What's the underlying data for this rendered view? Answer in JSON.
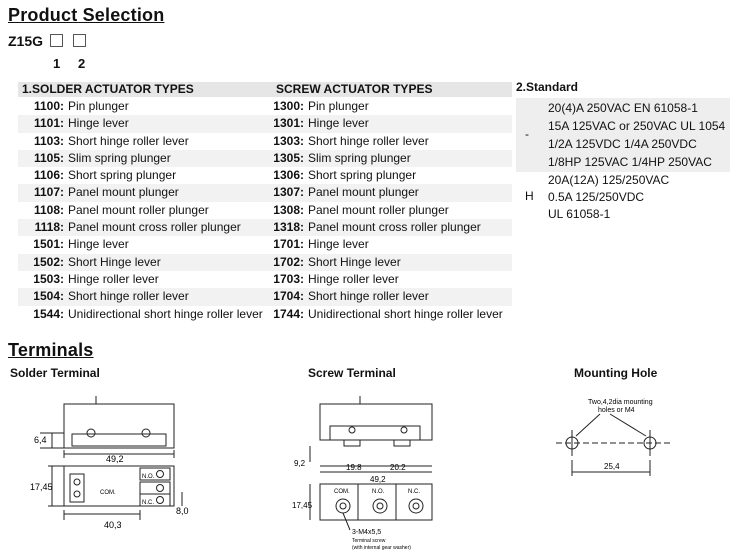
{
  "title": "Product Selection",
  "model": "Z15G",
  "model_digits": [
    "1",
    "2"
  ],
  "solder": {
    "header": "1.SOLDER ACTUATOR TYPES",
    "items": [
      {
        "code": "1100:",
        "desc": "Pin plunger"
      },
      {
        "code": "1101:",
        "desc": "Hinge lever"
      },
      {
        "code": "1103:",
        "desc": "Short hinge roller lever"
      },
      {
        "code": "1105:",
        "desc": "Slim spring plunger"
      },
      {
        "code": "1106:",
        "desc": "Short spring plunger"
      },
      {
        "code": "1107:",
        "desc": "Panel mount plunger"
      },
      {
        "code": "1108:",
        "desc": "Panel mount roller plunger"
      },
      {
        "code": "1118:",
        "desc": "Panel mount cross roller plunger"
      },
      {
        "code": "1501:",
        "desc": "Hinge lever"
      },
      {
        "code": "1502:",
        "desc": "Short Hinge lever"
      },
      {
        "code": "1503:",
        "desc": "Hinge roller lever"
      },
      {
        "code": "1504:",
        "desc": "Short hinge roller lever"
      },
      {
        "code": "1544:",
        "desc": "Unidirectional short hinge roller lever"
      }
    ]
  },
  "screw": {
    "header": "SCREW ACTUATOR TYPES",
    "items": [
      {
        "code": "1300:",
        "desc": "Pin plunger"
      },
      {
        "code": "1301:",
        "desc": "Hinge lever"
      },
      {
        "code": "1303:",
        "desc": "Short hinge roller lever"
      },
      {
        "code": "1305:",
        "desc": "Slim spring plunger"
      },
      {
        "code": "1306:",
        "desc": "Short spring plunger"
      },
      {
        "code": "1307:",
        "desc": "Panel mount plunger"
      },
      {
        "code": "1308:",
        "desc": "Panel mount roller plunger"
      },
      {
        "code": "1318:",
        "desc": "Panel mount cross roller plunger"
      },
      {
        "code": "1701:",
        "desc": "Hinge lever"
      },
      {
        "code": "1702:",
        "desc": "Short Hinge lever"
      },
      {
        "code": "1703:",
        "desc": "Hinge roller lever"
      },
      {
        "code": "1704:",
        "desc": "Short hinge roller lever"
      },
      {
        "code": "1744:",
        "desc": "Unidirectional short hinge roller lever"
      }
    ]
  },
  "standard": {
    "header": "2.Standard",
    "rows": [
      {
        "code": "-",
        "lines": [
          "20(4)A 250VAC    EN 61058-1",
          "15A 125VAC or 250VAC  UL 1054",
          "1/2A 125VDC 1/4A 250VDC",
          "1/8HP 125VAC 1/4HP 250VAC"
        ]
      },
      {
        "code": "H",
        "lines": [
          "20A(12A)  125/250VAC",
          "0.5A 125/250VDC",
          "UL 61058-1"
        ]
      }
    ]
  },
  "terminals": {
    "title": "Terminals",
    "solder_title": "Solder Terminal",
    "screw_title": "Screw Terminal",
    "mounting_title": "Mounting Hole",
    "dim_6_4": "6,4",
    "dim_49_2": "49,2",
    "dim_17_45": "17,45",
    "dim_40_3": "40,3",
    "dim_8_0": "8,0",
    "lbl_no": "N.O.",
    "lbl_com": "COM.",
    "lbl_nc": "N.C.",
    "dim_9_2": "9,2",
    "dim_19_8": "19.8",
    "dim_20_2": "20.2",
    "screw_note1": "3-M4x5,5",
    "screw_note2": "Terminal screw",
    "screw_note3": "(with internal gear washer)",
    "mount_note1": "Two,4,2dia mounting",
    "mount_note2": "holes or M4",
    "dim_25_4": "25,4"
  }
}
